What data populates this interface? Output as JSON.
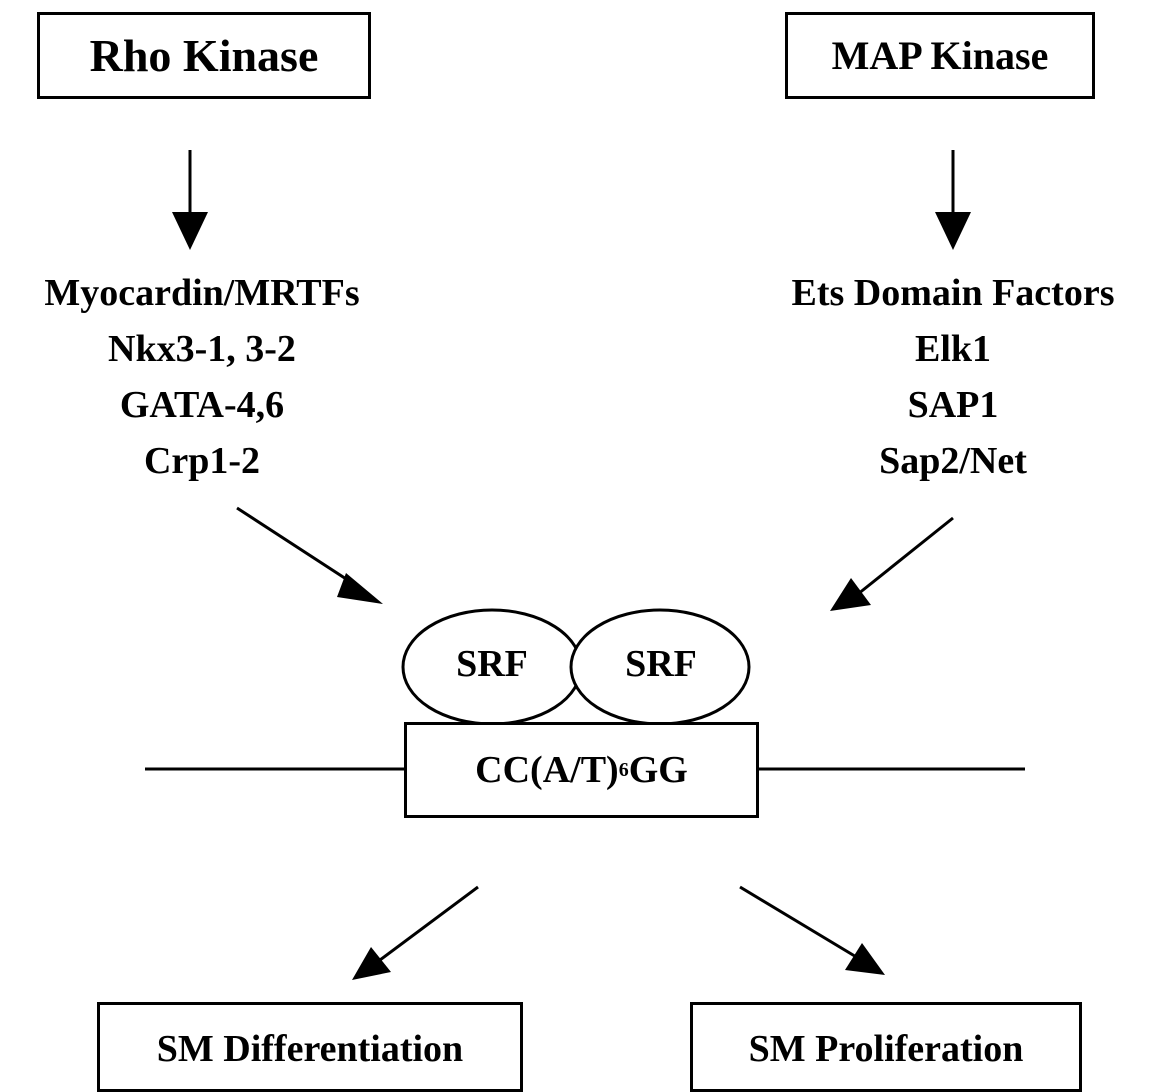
{
  "nodes": {
    "rho_kinase": "Rho Kinase",
    "map_kinase": "MAP Kinase",
    "left_factors": [
      "Myocardin/MRTFs",
      "Nkx3-1, 3-2",
      "GATA-4,6",
      "Crp1-2"
    ],
    "right_factors": [
      "Ets Domain Factors",
      "Elk1",
      "SAP1",
      "Sap2/Net"
    ],
    "srf_left": "SRF",
    "srf_right": "SRF",
    "promoter": {
      "prefix": "CC(A/T)",
      "subscript": "6",
      "suffix": "GG"
    },
    "sm_differentiation": "SM Differentiation",
    "sm_proliferation": "SM Proliferation"
  },
  "edges": [
    {
      "from": "Rho Kinase",
      "to": "Myocardin/MRTFs"
    },
    {
      "from": "MAP Kinase",
      "to": "Ets Domain Factors"
    },
    {
      "from": "Myocardin/MRTFs",
      "to": "SRF"
    },
    {
      "from": "Ets Domain Factors",
      "to": "SRF"
    },
    {
      "from": "SRF",
      "to": "SM Differentiation"
    },
    {
      "from": "SRF",
      "to": "SM Proliferation"
    }
  ]
}
